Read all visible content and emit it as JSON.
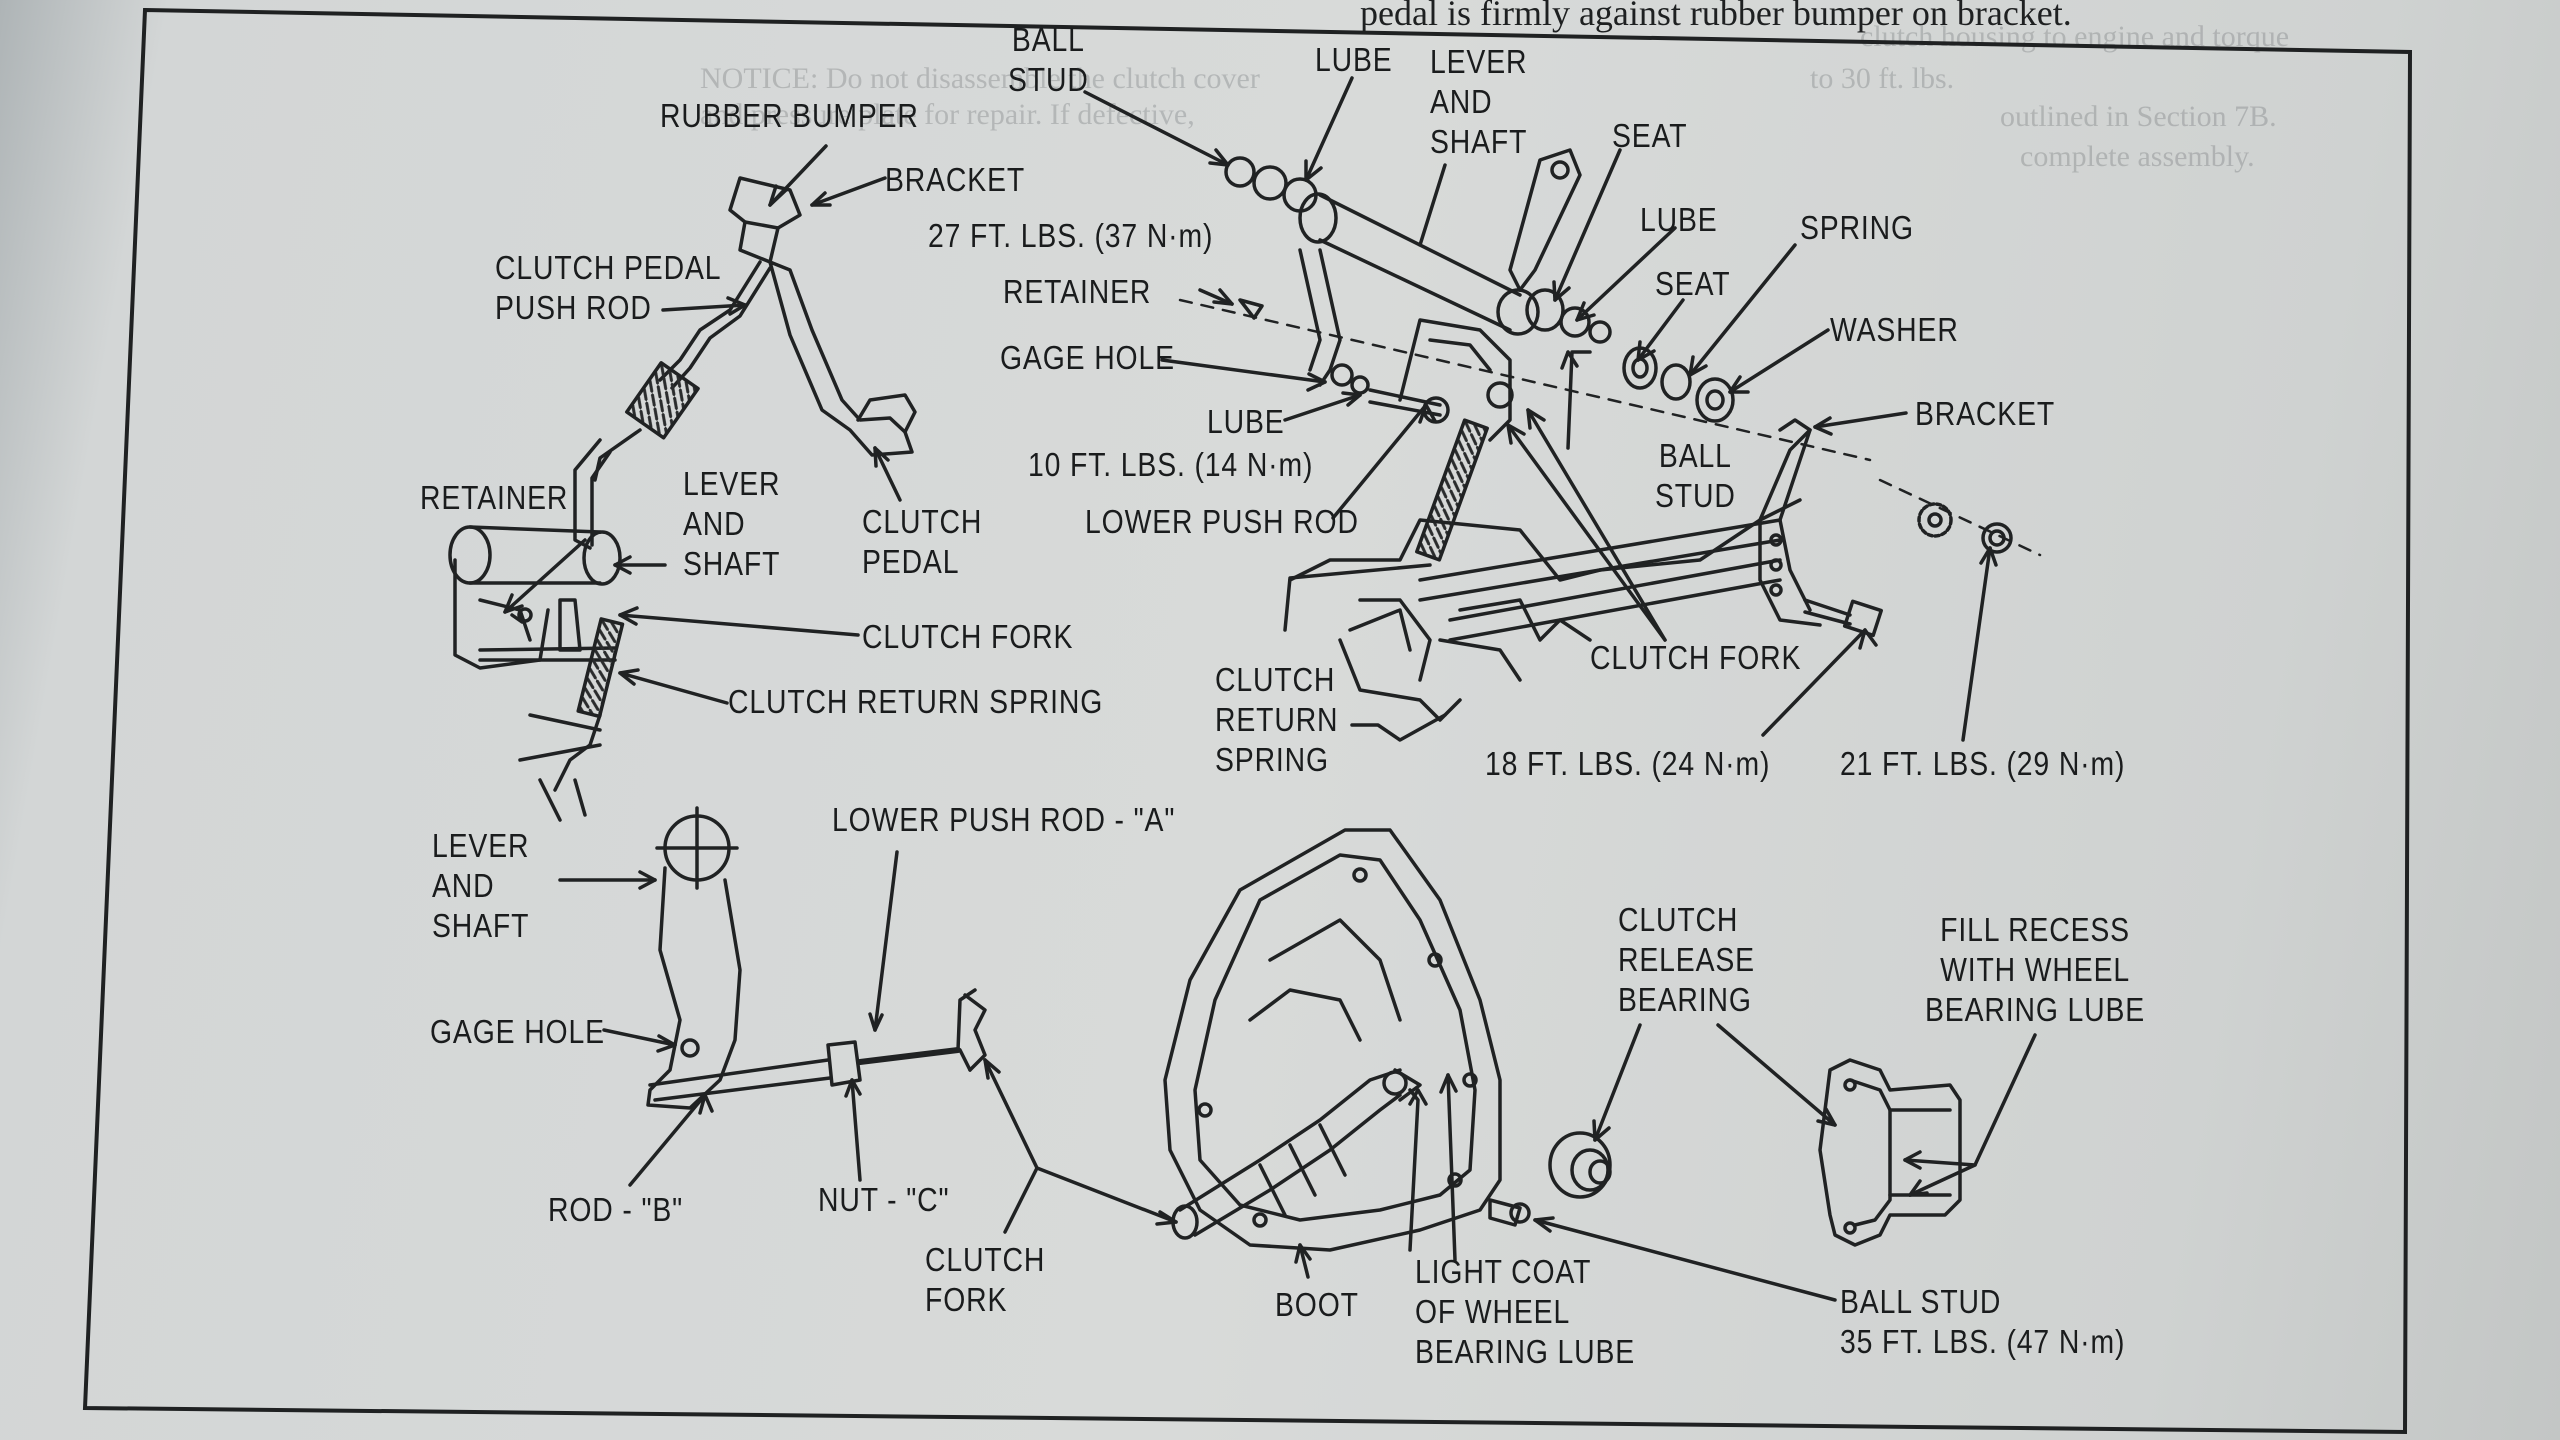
{
  "header": {
    "text": "pedal is firmly against rubber bumper on bracket."
  },
  "bleed_through": {
    "line1": "NOTICE: Do not disassemble the clutch cover",
    "line2": "and pressure plate for repair. If defective,",
    "line3": "complete assembly.",
    "line4": "clutch housing to engine and torque",
    "line5": "to 30 ft. lbs.",
    "line6": "outlined in Section 7B."
  },
  "labels": {
    "ball_stud_top": "BALL\nSTUD",
    "lube_top": "LUBE",
    "lever_and_shaft_top": "LEVER\nAND\nSHAFT",
    "seat_top": "SEAT",
    "rubber_bumper": "RUBBER BUMPER",
    "bracket_left": "BRACKET",
    "torque_27": "27 FT. LBS. (37 N·m)",
    "lube_mid": "LUBE",
    "spring": "SPRING",
    "clutch_pedal_push_rod": "CLUTCH PEDAL\nPUSH ROD",
    "retainer_top": "RETAINER",
    "seat_mid": "SEAT",
    "washer": "WASHER",
    "gage_hole_top": "GAGE HOLE",
    "lube_low": "LUBE",
    "bracket_right": "BRACKET",
    "torque_10": "10 FT. LBS. (14 N·m)",
    "ball_stud_mid": "BALL\nSTUD",
    "retainer_left": "RETAINER",
    "lever_and_shaft_left": "LEVER\nAND\nSHAFT",
    "clutch_pedal": "CLUTCH\nPEDAL",
    "lower_push_rod": "LOWER PUSH ROD",
    "clutch_fork_left": "CLUTCH FORK",
    "clutch_fork_right": "CLUTCH FORK",
    "clutch_return_spring_left": "CLUTCH RETURN SPRING",
    "clutch_return_spring_mid": "CLUTCH\nRETURN\nSPRING",
    "torque_18": "18 FT. LBS. (24 N·m)",
    "torque_21": "21 FT. LBS. (29 N·m)",
    "lower_push_rod_a": "LOWER PUSH ROD - \"A\"",
    "lever_and_shaft_bottom": "LEVER\nAND\nSHAFT",
    "gage_hole_bottom": "GAGE HOLE",
    "rod_b": "ROD - \"B\"",
    "nut_c": "NUT - \"C\"",
    "clutch_fork_bottom": "CLUTCH\nFORK",
    "boot": "BOOT",
    "light_coat": "LIGHT COAT\nOF WHEEL\nBEARING LUBE",
    "clutch_release_bearing": "CLUTCH\nRELEASE\nBEARING",
    "fill_recess": "FILL RECESS\nWITH WHEEL\nBEARING LUBE",
    "ball_stud_bottom": "BALL STUD",
    "torque_35": "35 FT. LBS. (47 N·m)"
  },
  "colors": {
    "ink": "#1a1c1d",
    "paper": "#d8dad9"
  }
}
